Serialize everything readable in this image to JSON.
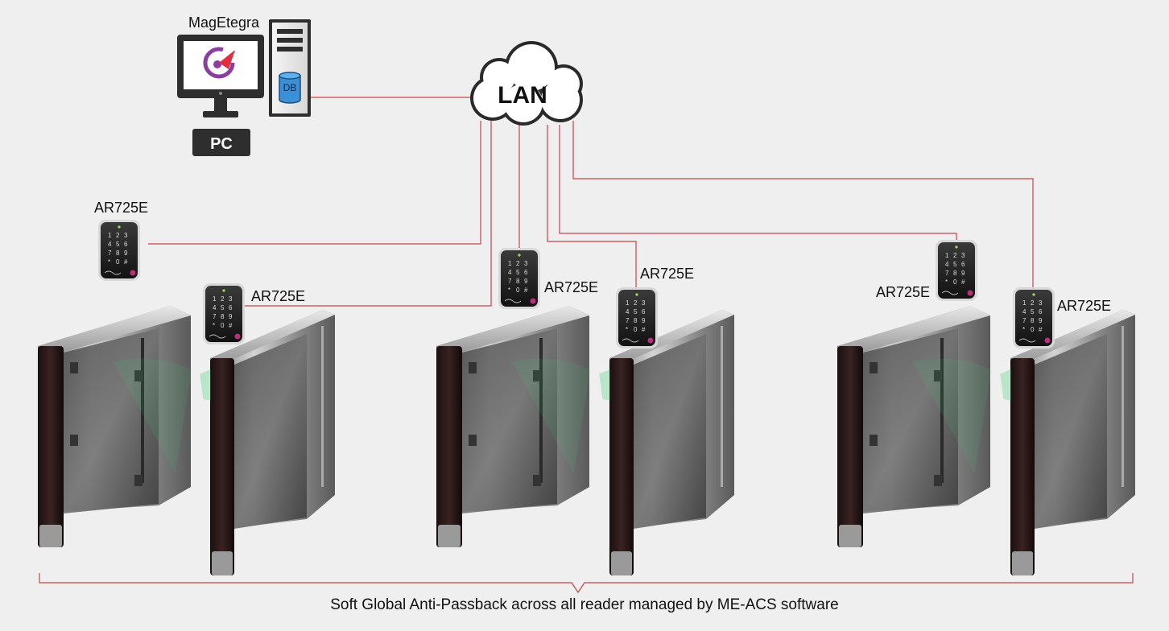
{
  "pc": {
    "app_name": "MagEtegra",
    "label": "PC",
    "db_label": "DB"
  },
  "network": {
    "label": "LAN"
  },
  "readers": [
    {
      "label": "AR725E"
    },
    {
      "label": "AR725E"
    },
    {
      "label": "AR725E"
    },
    {
      "label": "AR725E"
    },
    {
      "label": "AR725E"
    },
    {
      "label": "AR725E"
    }
  ],
  "caption": "Soft Global Anti-Passback across all reader managed by ME-ACS software",
  "colors": {
    "background": "#efefef",
    "cable": "#c8434b",
    "pc_dark": "#2e2e2e",
    "logo_purple": "#8a3fa0",
    "logo_red": "#e03040",
    "db_blue": "#3a8fd6",
    "glass_edge": "#3fcf7a"
  }
}
